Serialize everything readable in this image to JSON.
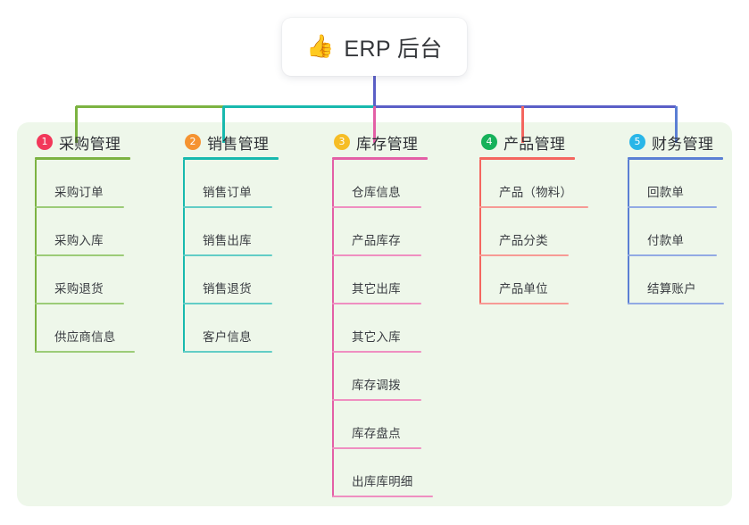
{
  "diagram": {
    "type": "mindmap-tree",
    "root": {
      "icon": "thumbs-up-icon",
      "icon_glyph": "👍",
      "title": "ERP 后台"
    },
    "panel_color": "#eef7ea",
    "root_stem_color": "#5b5fc7",
    "columns": [
      {
        "index": "1",
        "label": "采购管理",
        "badge_color": "#f2385a",
        "line_color": "#7cb342",
        "items": [
          "采购订单",
          "采购入库",
          "采购退货",
          "供应商信息"
        ]
      },
      {
        "index": "2",
        "label": "销售管理",
        "badge_color": "#f59331",
        "line_color": "#18b9ae",
        "items": [
          "销售订单",
          "销售出库",
          "销售退货",
          "客户信息"
        ]
      },
      {
        "index": "3",
        "label": "库存管理",
        "badge_color": "#f6bd26",
        "line_color": "#e35fa6",
        "items": [
          "仓库信息",
          "产品库存",
          "其它出库",
          "其它入库",
          "库存调拨",
          "库存盘点",
          "出库库明细"
        ]
      },
      {
        "index": "4",
        "label": "产品管理",
        "badge_color": "#16b15a",
        "line_color": "#f4665f",
        "items": [
          "产品（物料）",
          "产品分类",
          "产品单位"
        ]
      },
      {
        "index": "5",
        "label": "财务管理",
        "badge_color": "#29b6e8",
        "line_color": "#5b7fd4",
        "items": [
          "回款单",
          "付款单",
          "结算账户"
        ]
      }
    ]
  }
}
